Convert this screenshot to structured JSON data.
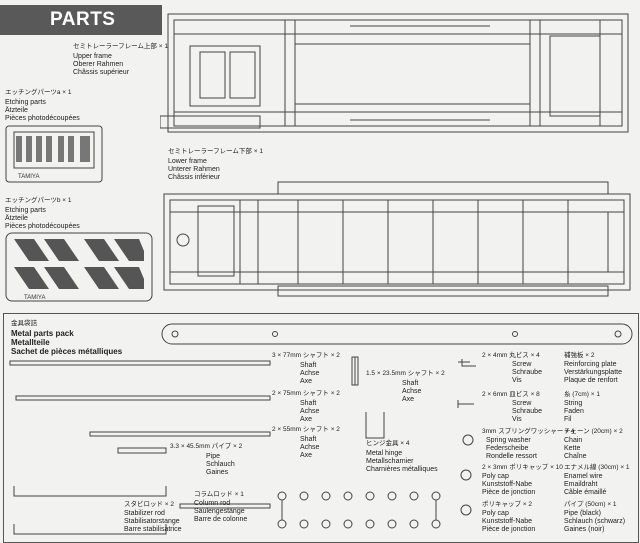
{
  "header": {
    "title": "PARTS"
  },
  "upper_frame": {
    "jp": "セミトレーラーフレーム上部 × 1",
    "en": "Upper frame",
    "de": "Oberer Rahmen",
    "fr": "Châssis supérieur"
  },
  "etching_a": {
    "jp": "エッチングパーツa × 1",
    "en": "Etching parts",
    "de": "Ätzteile",
    "fr": "Pièces photodécoupées"
  },
  "lower_frame": {
    "jp": "セミトレーラーフレーム下部 × 1",
    "en": "Lower frame",
    "de": "Unterer Rahmen",
    "fr": "Châssis inférieur"
  },
  "etching_b": {
    "jp": "エッチングパーツb × 1",
    "en": "Etching parts",
    "de": "Ätzteile",
    "fr": "Pièces photodécoupées"
  },
  "metal_pack": {
    "jp": "金具袋詰",
    "en": "Metal parts pack",
    "de": "Metallteile",
    "fr": "Sachet de pièces métalliques"
  },
  "parts": [
    {
      "id": "shaft-77",
      "jp": "3 × 77mm シャフト × 2",
      "lines": [
        "Shaft",
        "Achse",
        "Axe"
      ]
    },
    {
      "id": "shaft-75",
      "jp": "2 × 75mm シャフト × 2",
      "lines": [
        "Shaft",
        "Achse",
        "Axe"
      ]
    },
    {
      "id": "shaft-55",
      "jp": "2 × 55mm シャフト × 2",
      "lines": [
        "Shaft",
        "Achse",
        "Axe"
      ]
    },
    {
      "id": "shaft-23",
      "jp": "1.5 × 23.5mm シャフト × 2",
      "lines": [
        "Shaft",
        "Achse",
        "Axe"
      ]
    },
    {
      "id": "pipe-45",
      "jp": "3.3 × 45.5mm パイプ × 2",
      "lines": [
        "Pipe",
        "Schlauch",
        "Gaines"
      ]
    },
    {
      "id": "hinge",
      "jp": "ヒンジ金具 × 4",
      "lines": [
        "Metal hinge",
        "Metallscharnier",
        "Charnières métalliques"
      ]
    },
    {
      "id": "screw-4",
      "jp": "2 × 4mm 丸ビス × 4",
      "lines": [
        "Screw",
        "Schraube",
        "Vis"
      ]
    },
    {
      "id": "screw-6",
      "jp": "2 × 6mm 皿ビス × 8",
      "lines": [
        "Screw",
        "Schraube",
        "Vis"
      ]
    },
    {
      "id": "washer",
      "jp": "3mm スプリングワッシャー × 4",
      "lines": [
        "Spring washer",
        "Federscheibe",
        "Rondelle ressort"
      ]
    },
    {
      "id": "polycap-10",
      "jp": "2 × 3mm ポリキャップ × 10",
      "lines": [
        "Poly cap",
        "Kunststoff-Nabe",
        "Pièce de jonction"
      ]
    },
    {
      "id": "polycap-2",
      "jp": "ポリキャップ × 2",
      "lines": [
        "Poly cap",
        "Kunststoff-Nabe",
        "Pièce de jonction"
      ]
    },
    {
      "id": "plate",
      "jp": "補強板 × 2",
      "lines": [
        "Reinforcing plate",
        "Verstärkungsplatte",
        "Plaque de renfort"
      ]
    },
    {
      "id": "string",
      "jp": "糸 (7cm) × 1",
      "lines": [
        "String",
        "Faden",
        "Fil"
      ]
    },
    {
      "id": "chain",
      "jp": "チェーン (20cm) × 2",
      "lines": [
        "Chain",
        "Kette",
        "Chaîne"
      ]
    },
    {
      "id": "wire",
      "jp": "エナメル線 (30cm) × 1",
      "lines": [
        "Enamel wire",
        "Emaildraht",
        "Câble émaillé"
      ]
    },
    {
      "id": "pipe-black",
      "jp": "パイプ (50cm) × 1",
      "lines": [
        "Pipe (black)",
        "Schlauch (schwarz)",
        "Gaines (noir)"
      ]
    },
    {
      "id": "stabilizer",
      "jp": "スタビロッド × 2",
      "lines": [
        "Stabilizer rod",
        "Stabilisatorstange",
        "Barre stabilisatrice"
      ]
    },
    {
      "id": "column",
      "jp": "コラムロッド × 1",
      "lines": [
        "Column rod",
        "Säulengestänge",
        "Barre de colonne"
      ]
    }
  ],
  "brand": "TAMIYA"
}
